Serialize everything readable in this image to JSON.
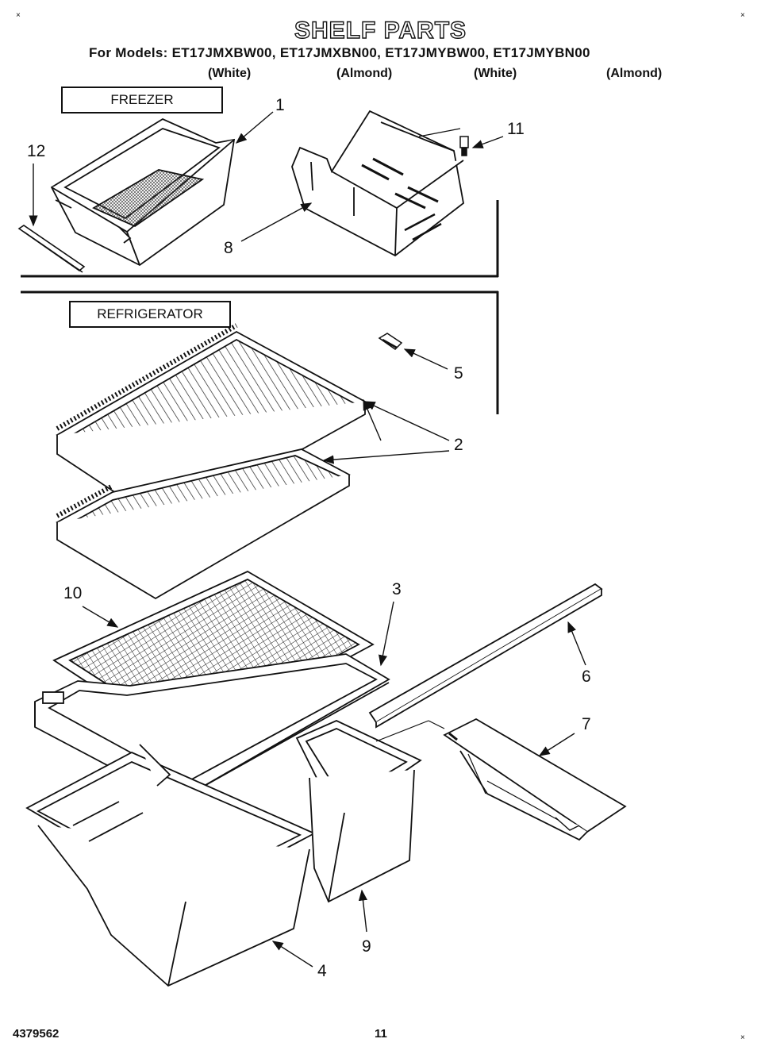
{
  "header": {
    "title": "SHELF PARTS",
    "models_line": "For Models:  ET17JMXBW00, ET17JMXBN00, ET17JMYBW00, ET17JMYBN00",
    "finishes": [
      "(White)",
      "(Almond)",
      "(White)",
      "(Almond)"
    ]
  },
  "sections": {
    "freezer": "FREEZER",
    "refrigerator": "REFRIGERATOR"
  },
  "callouts": {
    "c1": "1",
    "c2": "2",
    "c3": "3",
    "c4": "4",
    "c5": "5",
    "c6": "6",
    "c7": "7",
    "c8": "8",
    "c9": "9",
    "c10": "10",
    "c11": "11",
    "c12": "12"
  },
  "footer": {
    "doc_number": "4379562",
    "page_number": "11"
  }
}
